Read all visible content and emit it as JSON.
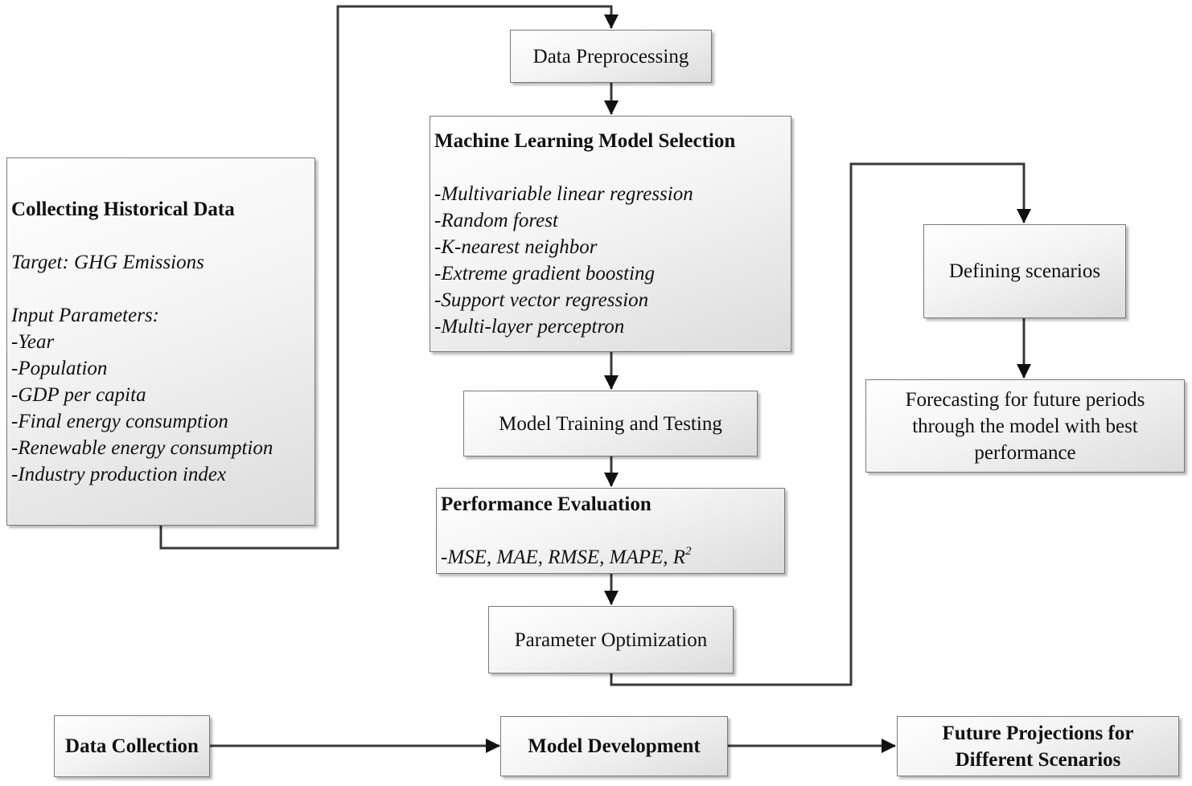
{
  "historical": {
    "title": "Collecting Historical Data",
    "target": "Target: GHG Emissions",
    "inputs_label": "Input Parameters:",
    "inputs": [
      "-Year",
      "-Population",
      "-GDP per capita",
      "-Final energy consumption",
      "-Renewable energy consumption",
      "-Industry production index"
    ]
  },
  "preprocessing": {
    "label": "Data Preprocessing"
  },
  "model_selection": {
    "title": "Machine Learning Model Selection",
    "models": [
      "-Multivariable linear regression",
      "-Random forest",
      "-K-nearest neighbor",
      "-Extreme gradient boosting",
      "-Support vector regression",
      "-Multi-layer perceptron"
    ]
  },
  "training": {
    "label": "Model Training and Testing"
  },
  "evaluation": {
    "title": "Performance Evaluation",
    "metrics": "-MSE, MAE, RMSE, MAPE, R",
    "metrics_sup": "2"
  },
  "optimization": {
    "label": "Parameter Optimization"
  },
  "scenarios": {
    "label": "Defining scenarios"
  },
  "forecasting": {
    "line1": "Forecasting for future periods",
    "line2": "through the model with best",
    "line3": "performance"
  },
  "stages": {
    "collection": "Data Collection",
    "development": "Model Development",
    "projections_line1": "Future Projections for",
    "projections_line2": "Different Scenarios"
  },
  "colors": {
    "arrow": "#3a3a3a",
    "box_border": "#7a7a7a",
    "text": "#111111"
  }
}
